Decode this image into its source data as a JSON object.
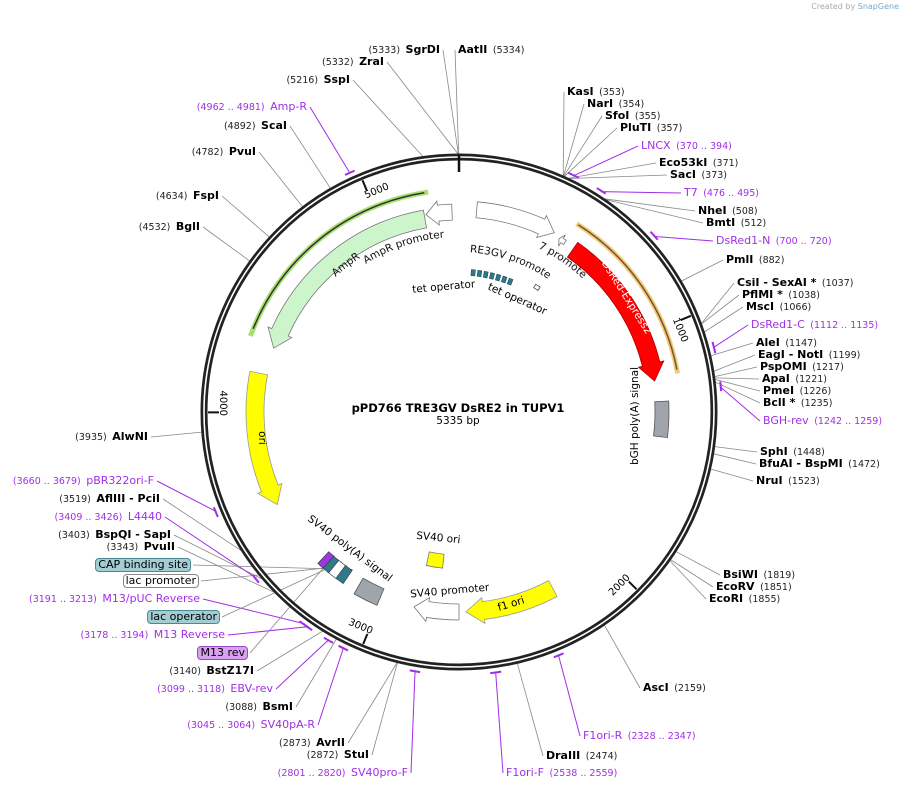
{
  "watermark": {
    "prefix": "Created by",
    "brand": "SnapGene"
  },
  "map": {
    "name": "pPD766 TRE3GV DsRE2 in TUPV1",
    "length": "5335 bp"
  },
  "ticks": [
    "1000",
    "2000",
    "3000",
    "4000",
    "5000"
  ],
  "features": {
    "dsred": "DsRed-Express2",
    "bgh": "bGH poly(A) signal",
    "f1ori": "f1 ori",
    "sv40_promoter": "SV40 promoter",
    "sv40_ori": "SV40 ori",
    "sv40_polya": "SV40 poly(A) signal",
    "ori": "ori",
    "ampr": "AmpR",
    "ampr_promoter": "AmpR promoter",
    "tre3gv": "TRE3GV promoter",
    "t7_promoter": "T7 promoter",
    "tet_operator_1": "tet operator",
    "tet_operator_2": "tet operator",
    "cap": "CAP binding site",
    "lac_promoter": "lac promoter",
    "lac_operator": "lac operator",
    "m13_rev": "M13 rev"
  },
  "sites": [
    {
      "name": "AatII",
      "pos": "(5334)"
    },
    {
      "name": "SgrDI",
      "pos": "(5333)"
    },
    {
      "name": "ZraI",
      "pos": "(5332)"
    },
    {
      "name": "SspI",
      "pos": "(5216)"
    },
    {
      "name": "ScaI",
      "pos": "(4892)"
    },
    {
      "name": "PvuI",
      "pos": "(4782)"
    },
    {
      "name": "FspI",
      "pos": "(4634)"
    },
    {
      "name": "BglI",
      "pos": "(4532)"
    },
    {
      "name": "AlwNI",
      "pos": "(3935)"
    },
    {
      "name": "AflIII  - PciI",
      "pos": "(3519)"
    },
    {
      "name": "BspQI  - SapI",
      "pos": "(3403)"
    },
    {
      "name": "PvuII",
      "pos": "(3343)"
    },
    {
      "name": "BstZ17I",
      "pos": "(3140)"
    },
    {
      "name": "BsmI",
      "pos": "(3088)"
    },
    {
      "name": "AvrII",
      "pos": "(2873)"
    },
    {
      "name": "StuI",
      "pos": "(2872)"
    },
    {
      "name": "KasI",
      "pos": "(353)"
    },
    {
      "name": "NarI",
      "pos": "(354)"
    },
    {
      "name": "SfoI",
      "pos": "(355)"
    },
    {
      "name": "PluTI",
      "pos": "(357)"
    },
    {
      "name": "Eco53kI",
      "pos": "(371)"
    },
    {
      "name": "SacI",
      "pos": "(373)"
    },
    {
      "name": "NheI",
      "pos": "(508)"
    },
    {
      "name": "BmtI",
      "pos": "(512)"
    },
    {
      "name": "PmlI",
      "pos": "(882)"
    },
    {
      "name": "CsiI  - SexAI *",
      "pos": "(1037)"
    },
    {
      "name": "PflMI *",
      "pos": "(1038)"
    },
    {
      "name": "MscI",
      "pos": "(1066)"
    },
    {
      "name": "AleI",
      "pos": "(1147)"
    },
    {
      "name": "EagI  - NotI",
      "pos": "(1199)"
    },
    {
      "name": "PspOMI",
      "pos": "(1217)"
    },
    {
      "name": "ApaI",
      "pos": "(1221)"
    },
    {
      "name": "PmeI",
      "pos": "(1226)"
    },
    {
      "name": "BclI *",
      "pos": "(1235)"
    },
    {
      "name": "SphI",
      "pos": "(1448)"
    },
    {
      "name": "BfuAI  - BspMI",
      "pos": "(1472)"
    },
    {
      "name": "NruI",
      "pos": "(1523)"
    },
    {
      "name": "BsiWI",
      "pos": "(1819)"
    },
    {
      "name": "EcoRV",
      "pos": "(1851)"
    },
    {
      "name": "EcoRI",
      "pos": "(1855)"
    },
    {
      "name": "AscI",
      "pos": "(2159)"
    },
    {
      "name": "DraIII",
      "pos": "(2474)"
    }
  ],
  "primers": [
    {
      "name": "Amp-R",
      "pos": "(4962 .. 4981)"
    },
    {
      "name": "pBR322ori-F",
      "pos": "(3660 .. 3679)"
    },
    {
      "name": "L4440",
      "pos": "(3409 .. 3426)"
    },
    {
      "name": "M13/pUC Reverse",
      "pos": "(3191 .. 3213)"
    },
    {
      "name": "M13 Reverse",
      "pos": "(3178 .. 3194)"
    },
    {
      "name": "EBV-rev",
      "pos": "(3099 .. 3118)"
    },
    {
      "name": "SV40pA-R",
      "pos": "(3045 .. 3064)"
    },
    {
      "name": "SV40pro-F",
      "pos": "(2801 .. 2820)"
    },
    {
      "name": "LNCX",
      "pos": "(370 .. 394)"
    },
    {
      "name": "T7",
      "pos": "(476 .. 495)"
    },
    {
      "name": "DsRed1-N",
      "pos": "(700 .. 720)"
    },
    {
      "name": "DsRed1-C",
      "pos": "(1112 .. 1135)"
    },
    {
      "name": "BGH-rev",
      "pos": "(1242 .. 1259)"
    },
    {
      "name": "F1ori-R",
      "pos": "(2328 .. 2347)"
    },
    {
      "name": "F1ori-F",
      "pos": "(2538 .. 2559)"
    }
  ],
  "colors": {
    "backbone": "#222222",
    "primer": "#a12ee6",
    "dsred": "#ff0000",
    "ori": "#ffff00",
    "ampr": "#ccf5cc",
    "polya": "#a0a5ac",
    "operator": "#2f7a8a",
    "orf_highlight": "#f7c97a",
    "ampr_highlight": "#a8e070"
  }
}
